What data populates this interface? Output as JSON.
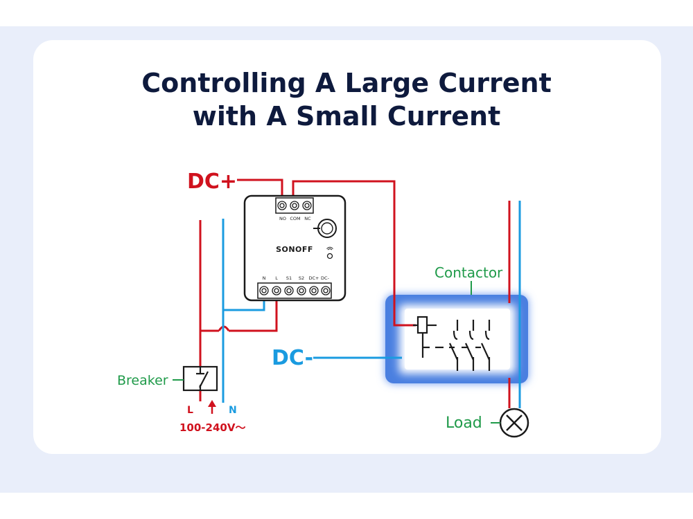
{
  "title": {
    "line1": "Controlling A Large Current",
    "line2": "with A Small Current"
  },
  "labels": {
    "dc_plus": "DC+",
    "dc_minus": "DC-",
    "contactor": "Contactor",
    "breaker": "Breaker",
    "load": "Load",
    "line": "L",
    "neutral": "N",
    "voltage": "100-240V～"
  },
  "device": {
    "brand": "SONOFF",
    "top_terminals": [
      "NO",
      "COM",
      "NC"
    ],
    "bottom_terminals": [
      "N",
      "L",
      "S1",
      "S2",
      "DC+",
      "DC-"
    ]
  },
  "colors": {
    "live_wire": "#d0121e",
    "neutral_wire": "#1a9be0",
    "control_wire": "#111111",
    "label_green": "#1f9a49",
    "title": "#0e1a3d",
    "contactor_glow": "#4a7fe0"
  },
  "icons": [
    "wifi-icon",
    "lamp-icon",
    "switch-icon",
    "coil-icon"
  ]
}
